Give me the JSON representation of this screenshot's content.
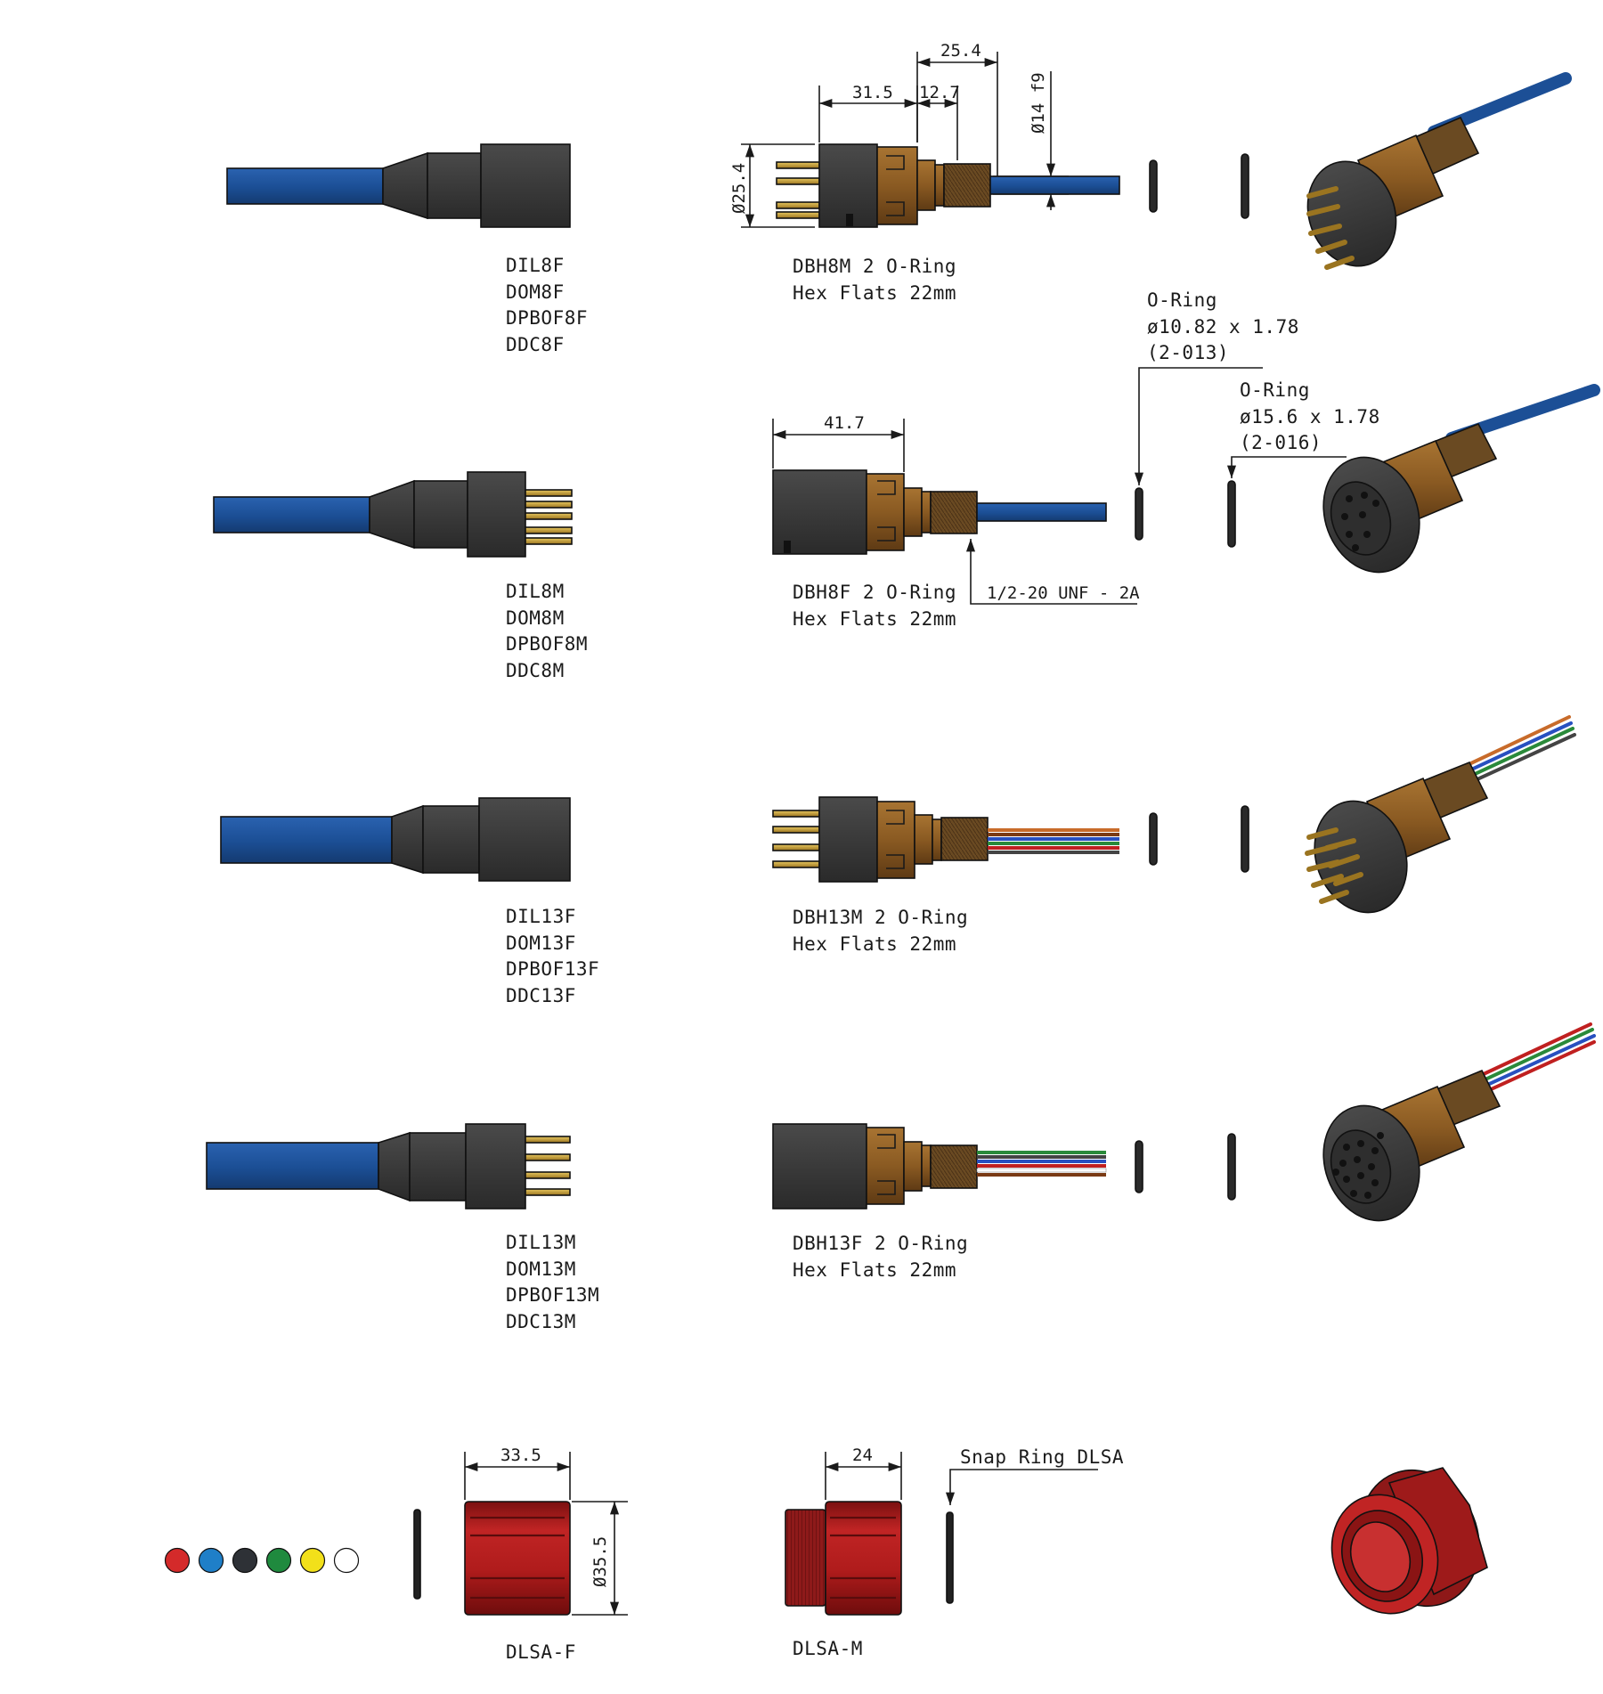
{
  "colors": {
    "cable_blue": "#1c4f96",
    "body_dark": "#3a3a3a",
    "nut_brass": "#8a5a22",
    "red_part": "#b21e1e",
    "pin_gold": "#c9a23e",
    "wire_orange": "#c86b2a",
    "wire_green": "#2a8a3a",
    "wire_red": "#c02020",
    "wire_blue": "#2850c0"
  },
  "rows": [
    {
      "cable_labels": [
        "DIL8F",
        "DOM8F",
        "DPBOF8F",
        "DDC8F"
      ],
      "bulkhead_labels": [
        "DBH8M 2 O-Ring",
        "Hex Flats 22mm"
      ]
    },
    {
      "cable_labels": [
        "DIL8M",
        "DOM8M",
        "DPBOF8M",
        "DDC8M"
      ],
      "bulkhead_labels": [
        "DBH8F 2 O-Ring",
        "Hex Flats 22mm"
      ]
    },
    {
      "cable_labels": [
        "DIL13F",
        "DOM13F",
        "DPBOF13F",
        "DDC13F"
      ],
      "bulkhead_labels": [
        "DBH13M 2 O-Ring",
        "Hex Flats 22mm"
      ]
    },
    {
      "cable_labels": [
        "DIL13M",
        "DOM13M",
        "DPBOF13M",
        "DDC13M"
      ],
      "bulkhead_labels": [
        "DBH13F 2 O-Ring",
        "Hex Flats 22mm"
      ]
    }
  ],
  "oring_small": [
    "O-Ring",
    "ø10.82 x 1.78",
    "(2-013)"
  ],
  "oring_large": [
    "O-Ring",
    "ø15.6 x 1.78",
    "(2-016)"
  ],
  "thread_label": "1/2-20 UNF - 2A",
  "dimensions": {
    "d25_4_top": "25.4",
    "d31_5": "31.5",
    "d12_7": "12.7",
    "dia14": "Ø14 f9",
    "dia25_4": "Ø25.4",
    "d41_7": "41.7",
    "d33_5": "33.5",
    "dia35_5": "Ø35.5",
    "d24": "24"
  },
  "locking_sleeves": {
    "female_label": "DLSA-F",
    "male_label": "DLSA-M",
    "snap_ring_label": "Snap Ring DLSA",
    "color_swatches": [
      "#d42a2a",
      "#1f7fc8",
      "#2e3136",
      "#1f8a3e",
      "#f2e01a",
      "#ffffff"
    ]
  }
}
